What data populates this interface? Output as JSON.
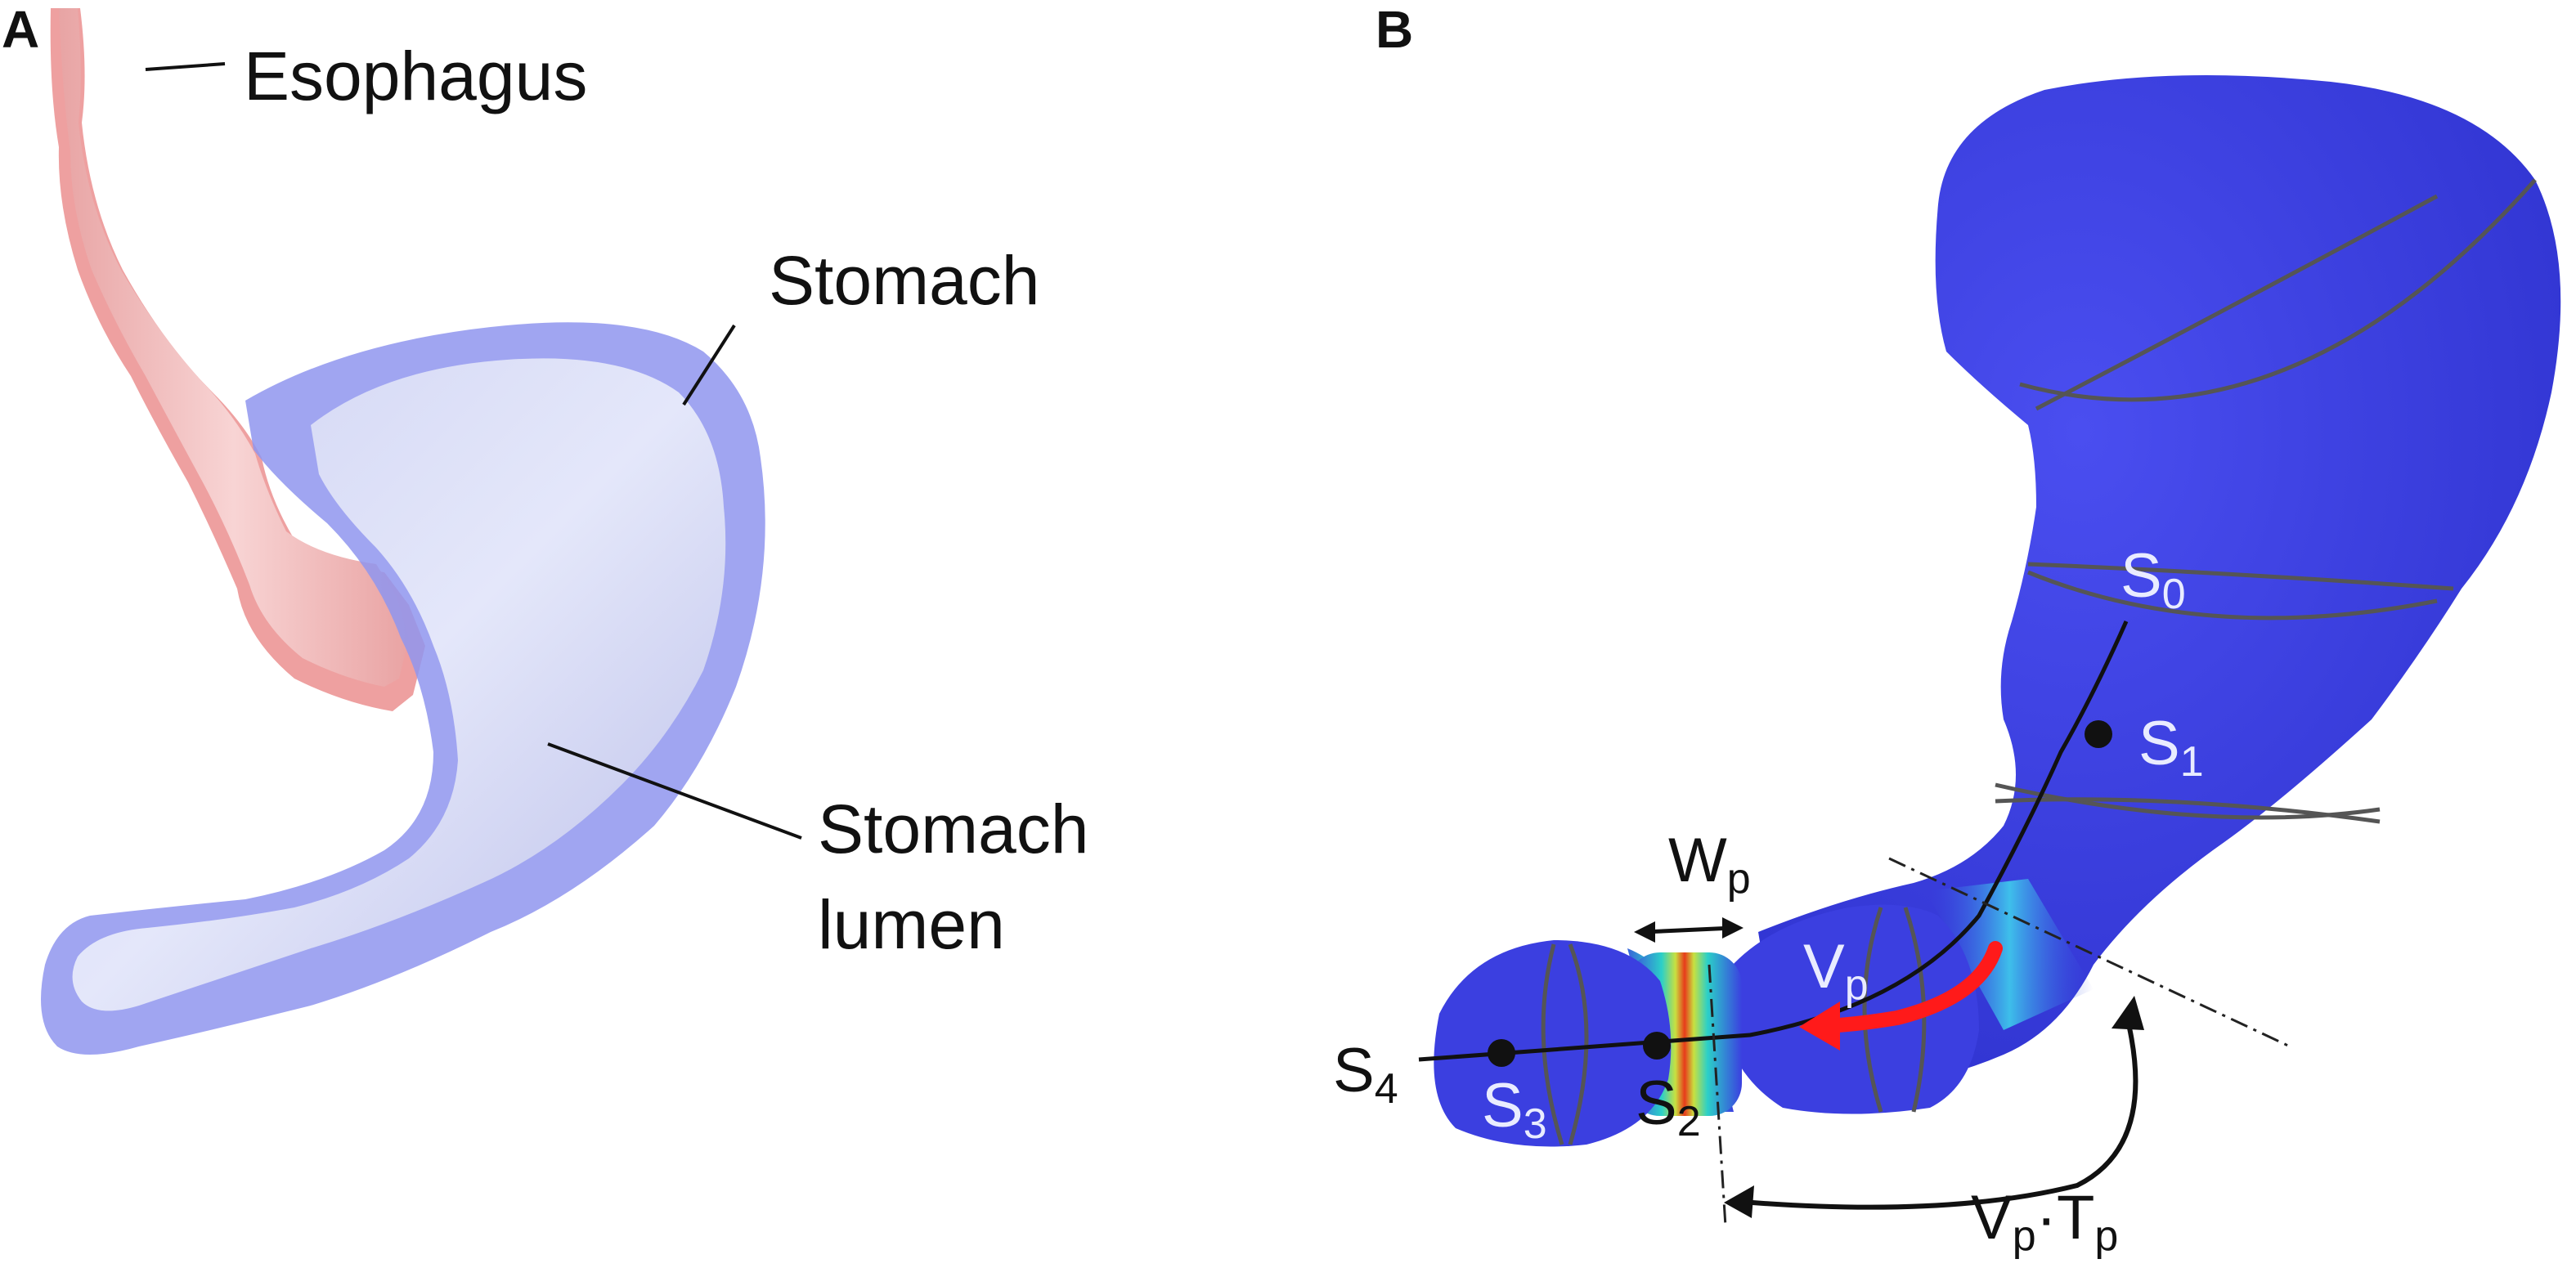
{
  "panel_a": {
    "letter": "A",
    "labels": {
      "esophagus": "Esophagus",
      "stomach": "Stomach",
      "lumen_line1": "Stomach",
      "lumen_line2": "lumen"
    }
  },
  "panel_b": {
    "letter": "B",
    "points": [
      {
        "id": "S0",
        "base": "S",
        "sub": "0"
      },
      {
        "id": "S1",
        "base": "S",
        "sub": "1"
      },
      {
        "id": "S2",
        "base": "S",
        "sub": "2"
      },
      {
        "id": "S3",
        "base": "S",
        "sub": "3"
      },
      {
        "id": "S4",
        "base": "S",
        "sub": "4"
      }
    ],
    "width_label": {
      "base": "W",
      "sub": "p"
    },
    "velocity_label": {
      "base": "V",
      "sub": "p"
    },
    "distance_label": {
      "v": "V",
      "v_sub": "p",
      "dot": "·",
      "t": "T",
      "t_sub": "p"
    }
  },
  "colors": {
    "esophagus_fill": "#f2b8b8",
    "esophagus_outer": "#e07a7a",
    "stomach_outer": "#9aa0f0",
    "lumen": "#d8dcf6",
    "stomach_b": "#3b3fe0",
    "arrow_red": "#ff1a1a",
    "constriction": "#e03a1a"
  }
}
